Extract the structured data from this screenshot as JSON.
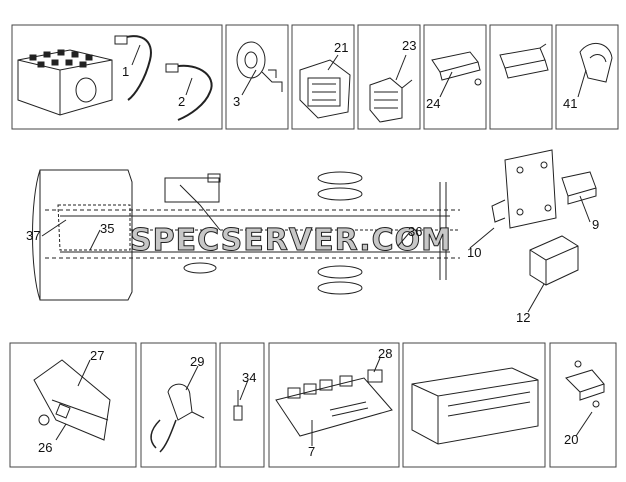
{
  "watermark": "SPECSERVER.COM",
  "part_numbers": {
    "p1": "1",
    "p2": "2",
    "p3": "3",
    "p21": "21",
    "p23": "23",
    "p24": "24",
    "p41": "41",
    "p37": "37",
    "p35": "35",
    "p36": "36",
    "p10": "10",
    "p9": "9",
    "p12": "12",
    "p27": "27",
    "p26": "26",
    "p29": "29",
    "p34": "34",
    "p28": "28",
    "p7": "7",
    "p20": "20"
  }
}
